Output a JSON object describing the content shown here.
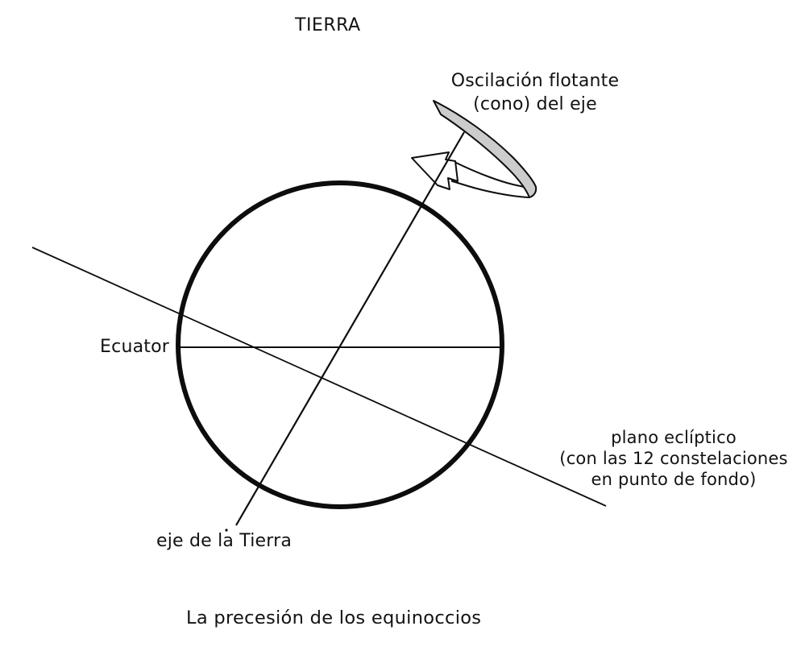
{
  "title": "TIERRA",
  "labels": {
    "oscillation": {
      "line1": "Oscilación flotante",
      "line2": "(cono) del eje"
    },
    "equator": "Ecuator",
    "ecliptic": {
      "line1": "plano eclíptico",
      "line2": "(con las 12 constelaciones",
      "line3": "en punto de fondo)"
    },
    "earth_axis": "eje de la Tierra"
  },
  "caption": "La precesión de los equinoccios",
  "colors": {
    "ink": "#121212",
    "ribbon_fill": "#cccccc",
    "arrow_fill": "#ffffff",
    "background": "#ffffff"
  }
}
